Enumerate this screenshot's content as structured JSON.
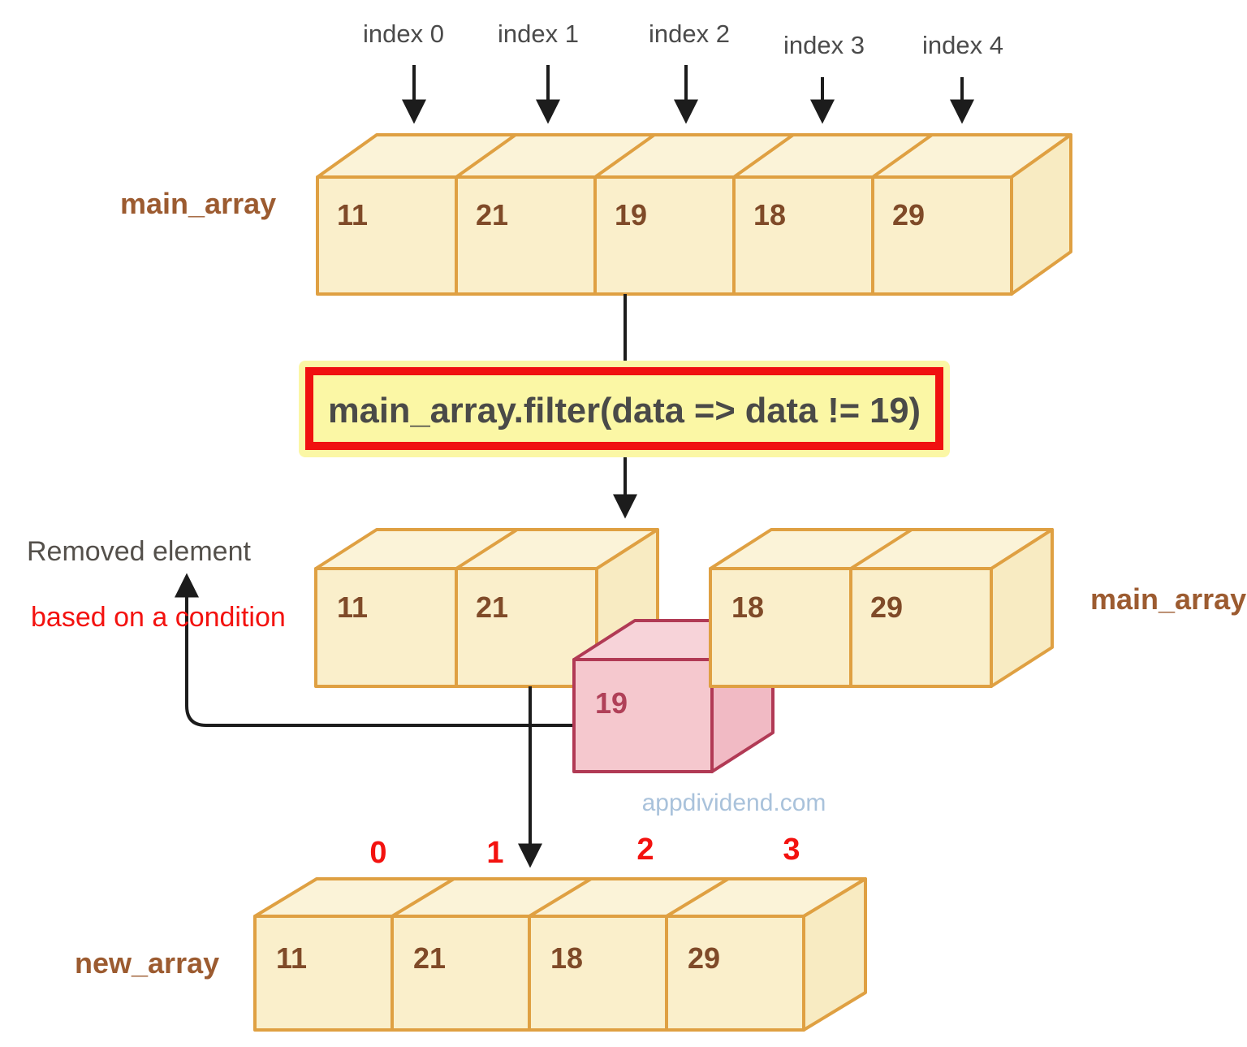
{
  "colors": {
    "box_fill": "#FAEFCB",
    "box_fill_top": "#FBF3D8",
    "box_fill_side": "#F8EBC2",
    "box_border": "#DFA042",
    "value_text": "#7F4A28",
    "array_label": "#9C5B30",
    "index_label": "#4B4B4B",
    "caption_text": "#54504B",
    "arrow": "#1C1C1C",
    "code_bg": "#FBF7A5",
    "code_border": "#F01010",
    "code_text": "#4A4A48",
    "removed_fill": "#F5C8CE",
    "removed_fill_top": "#F7D3D9",
    "removed_fill_side": "#F1BAC4",
    "removed_border": "#B13A55",
    "removed_value_text": "#B04058",
    "red_label": "#F3120F",
    "watermark": "#A9C2DB"
  },
  "top_array": {
    "label": "main_array",
    "index_labels": [
      "index 0",
      "index 1",
      "index 2",
      "index 3",
      "index 4"
    ],
    "values": [
      "11",
      "21",
      "19",
      "18",
      "29"
    ]
  },
  "code_box": {
    "expression": "main_array.filter(data => data != 19)"
  },
  "result": {
    "kept_left_values": [
      "11",
      "21"
    ],
    "kept_right_values": [
      "18",
      "29"
    ],
    "label": "main_array",
    "removed_value": "19",
    "caption_line1": "Removed element",
    "caption_line2": "based on a condition"
  },
  "watermark": "appdividend.com",
  "new_array": {
    "label": "new_array",
    "index_labels": [
      "0",
      "1",
      "2",
      "3"
    ],
    "values": [
      "11",
      "21",
      "18",
      "29"
    ]
  }
}
